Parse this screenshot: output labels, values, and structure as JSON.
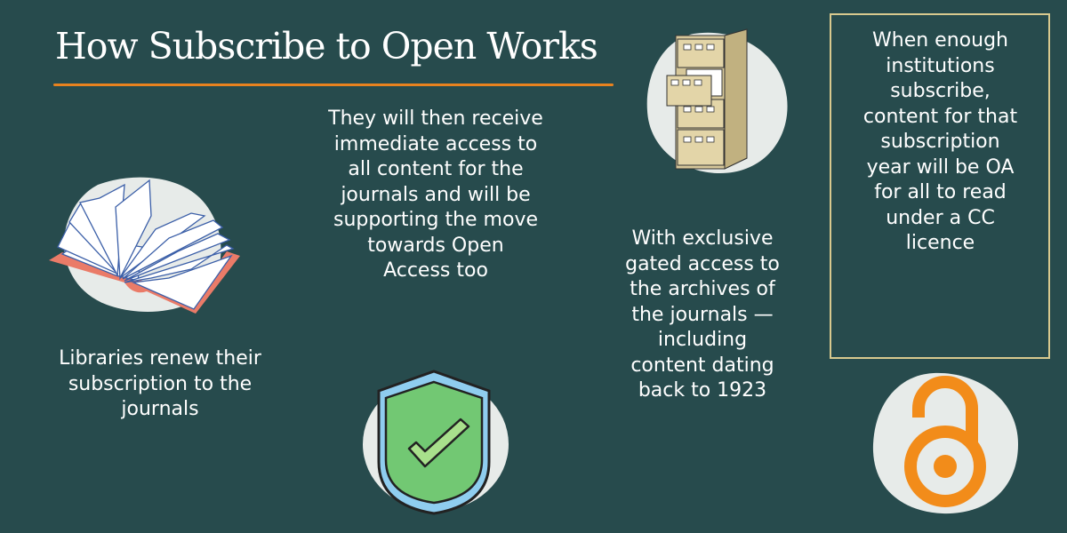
{
  "header": {
    "title": "How Subscribe to Open Works",
    "rule_color": "#e8821e"
  },
  "colors": {
    "background": "#274b4d",
    "text": "#ffffff",
    "blob": "#e7ebe9",
    "box_border": "#d8c98e",
    "oa_orange": "#f28c1a",
    "shield_green": "#72c873",
    "shield_blue": "#8fcdef",
    "book_cover": "#ea7b68"
  },
  "steps": [
    {
      "id": "step1",
      "icon": "open-book-icon",
      "text": "Libraries renew their subscription to the journals",
      "lines": [
        "Libraries renew their",
        "subscription to the",
        "journals"
      ]
    },
    {
      "id": "step2",
      "icon": "shield-check-icon",
      "text": "They will then receive immediate access to all content for the journals and will be supporting the move towards Open Access too",
      "lines": [
        "They will then receive",
        "immediate access to",
        "all content for the",
        "journals and will be",
        "supporting the move",
        "towards Open",
        "Access too"
      ]
    },
    {
      "id": "step3",
      "icon": "filing-cabinet-icon",
      "text": "With exclusive gated access to the archives of the journals — including content dating back to 1923",
      "lines": [
        "With exclusive",
        "gated access to",
        "the archives of",
        "the journals —",
        "including",
        "content dating",
        "back to 1923"
      ]
    },
    {
      "id": "step4",
      "icon": "open-access-lock-icon",
      "text": "When enough institutions subscribe, content for that subscription year will be OA for all to read under a CC licence",
      "lines": [
        "When enough",
        "institutions",
        "subscribe,",
        "content for that",
        "subscription",
        "year will be OA",
        "for all to read",
        "under a CC",
        "licence"
      ]
    }
  ]
}
